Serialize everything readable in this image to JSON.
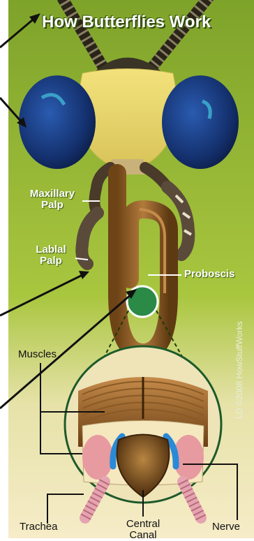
{
  "title": "How Butterflies Work",
  "labels": {
    "maxillary_palp": "Maxillary Palp",
    "labial_palp": "Lablal Palp",
    "proboscis": "Proboscis",
    "muscles": "Muscles",
    "trachea": "Trachea",
    "central_canal": "Central Canal",
    "nerve": "Nerve"
  },
  "credit": "LD ©2008 HowStuffWorks",
  "colors": {
    "background_top": "#9cbe33",
    "background_bottom": "#f0e3b4",
    "eye": "#1d3a82",
    "face": "#e8d66c",
    "proboscis": "#8a5a2a",
    "arrow": "#111111"
  }
}
